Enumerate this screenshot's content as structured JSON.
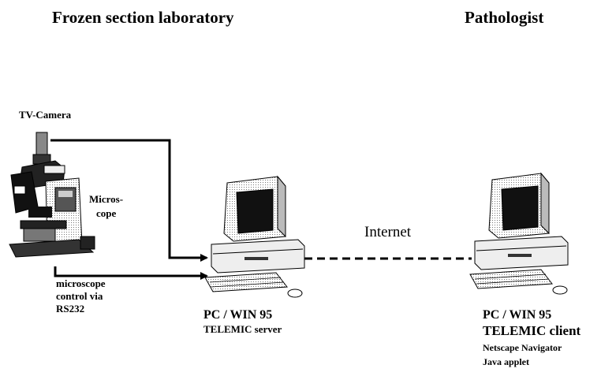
{
  "headers": {
    "left": "Frozen section laboratory",
    "right": "Pathologist"
  },
  "labels": {
    "camera": "TV-Camera",
    "microscope": [
      "Micros-",
      "cope"
    ],
    "control": [
      "microscope",
      "control  via",
      "RS232"
    ],
    "internet": "Internet"
  },
  "server": {
    "title": "PC / WIN 95",
    "role": "TELEMIC server"
  },
  "client": {
    "title": "PC / WIN 95",
    "role": "TELEMIC client",
    "software": [
      "Netscape Navigator",
      "Java applet"
    ]
  }
}
